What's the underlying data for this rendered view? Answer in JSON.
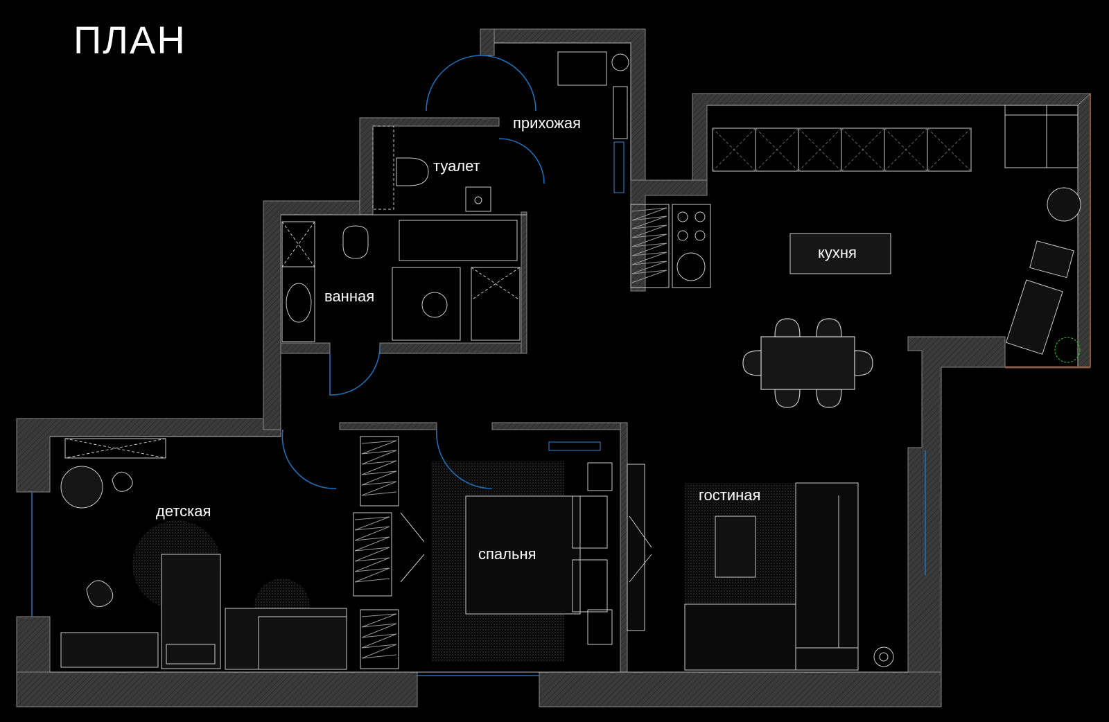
{
  "title": "ПЛАН",
  "rooms": {
    "entry": "прихожая",
    "toilet": "туалет",
    "bathroom": "ванная",
    "kitchen": "кухня",
    "kids": "детская",
    "bedroom": "спальня",
    "living": "гостиная"
  },
  "colors": {
    "background": "#000000",
    "wall": "#3c3c3c",
    "line": "#ffffff",
    "door": "#1e6fb8",
    "plant": "#22cc22",
    "balcony": "#8a5a44"
  }
}
